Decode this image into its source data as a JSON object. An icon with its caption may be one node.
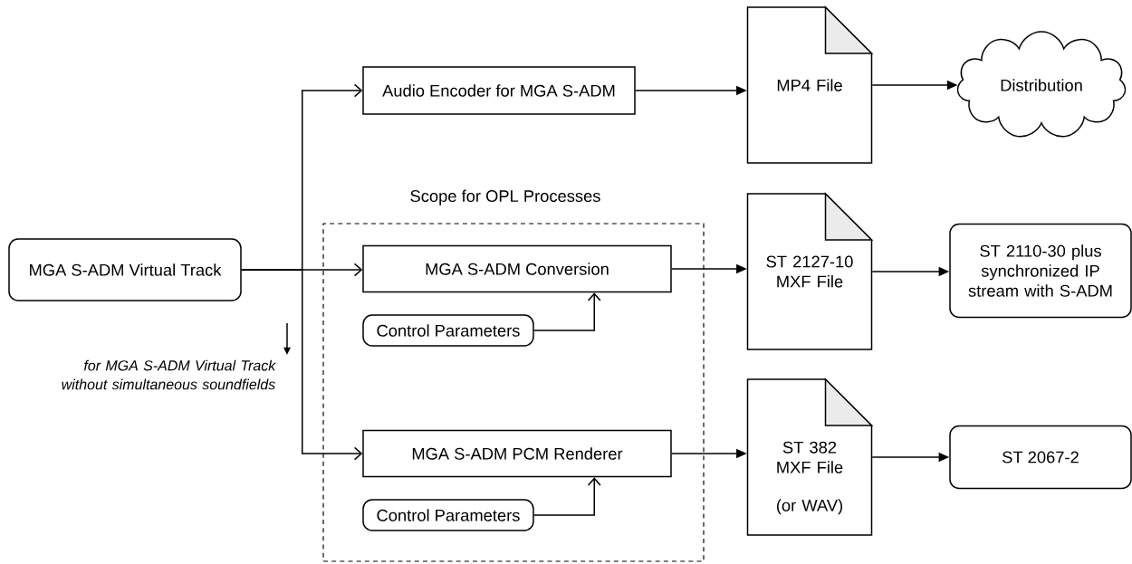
{
  "diagram": {
    "nodes": [
      {
        "text": [
          "Scope for OPL Processes"
        ]
      },
      {
        "text": [
          "MGA S-ADM Virtual Track"
        ]
      },
      {
        "text": [
          "Audio Encoder for MGA S-ADM"
        ]
      },
      {
        "text": [
          "MGA S-ADM Conversion"
        ],
        "in": 0
      },
      {
        "text": [
          "Control Parameters"
        ],
        "in": 0
      },
      {
        "text": [
          "MGA S-ADM PCM Renderer"
        ],
        "in": 0
      },
      {
        "text": [
          "Control Parameters"
        ],
        "in": 0
      },
      {
        "text": [
          "MP4 File"
        ]
      },
      {
        "text": [
          "ST 2127-10 MXF File"
        ]
      },
      {
        "text": [
          "ST 382 MXF File",
          "(or WAV)"
        ]
      },
      {
        "text": [
          "Distribution"
        ]
      },
      {
        "text": [
          "ST 2110-30 plus synchronized IP stream with S-ADM"
        ]
      },
      {
        "text": [
          "ST 2067-2"
        ]
      }
    ],
    "edges": [
      {
        "from": 1,
        "to": 2,
        "arrow": "to"
      },
      {
        "from": 1,
        "to": 3,
        "arrow": "to"
      },
      {
        "from": 1,
        "to": 5,
        "arrow": "to"
      },
      {
        "from": 4,
        "to": 3,
        "arrow": "to"
      },
      {
        "from": 6,
        "to": 5,
        "arrow": "to"
      },
      {
        "from": 2,
        "to": 7,
        "arrow": "to"
      },
      {
        "from": 3,
        "to": 8,
        "arrow": "to"
      },
      {
        "from": 5,
        "to": 9,
        "arrow": "to"
      },
      {
        "from": 7,
        "to": 10,
        "arrow": "to"
      },
      {
        "from": 8,
        "to": 11,
        "arrow": "to"
      },
      {
        "from": 9,
        "to": 12,
        "arrow": "to"
      }
    ],
    "labels": [
      "for MGA S-ADM Virtual Track without simultaneous soundfields"
    ]
  }
}
